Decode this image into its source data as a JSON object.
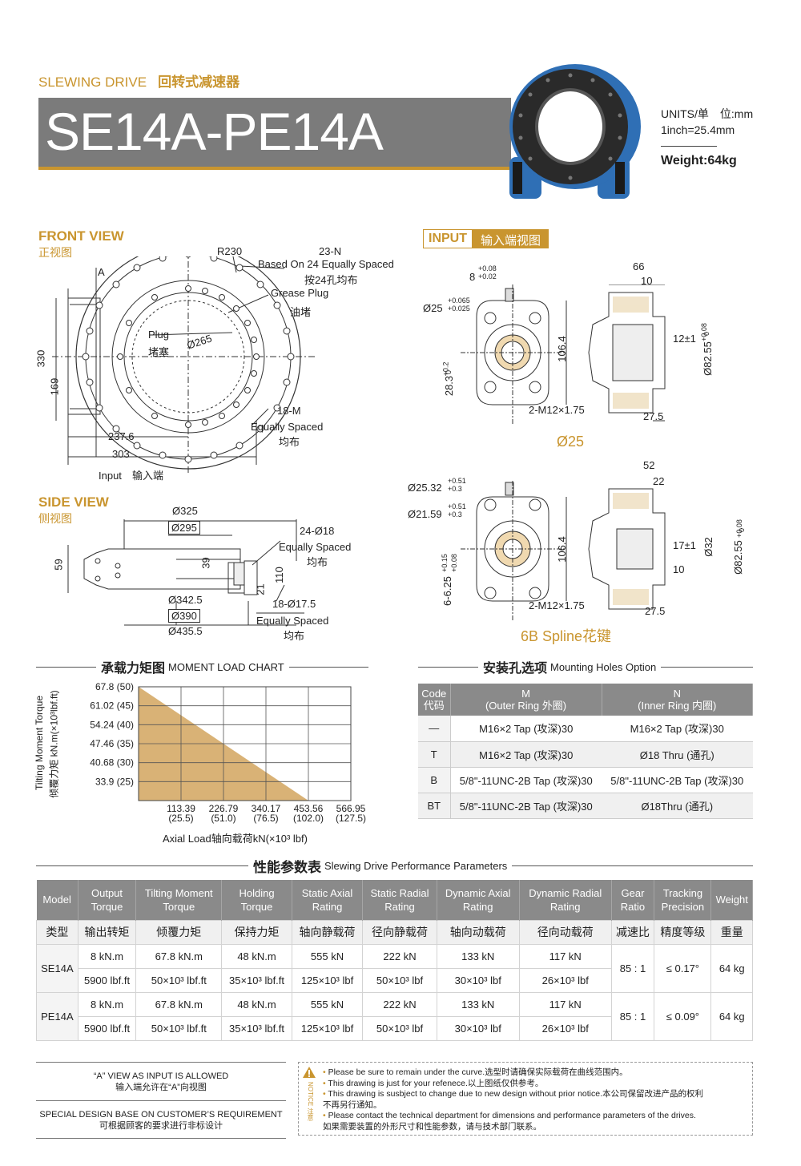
{
  "header": {
    "series_en": "SLEWING DRIVE",
    "series_cn": "回转式减速器",
    "model": "SE14A-PE14A",
    "units_line1": "UNITS/单　位:mm",
    "units_line2": "1inch=25.4mm",
    "weight": "Weight:64kg"
  },
  "front_view": {
    "title": "FRONT VIEW",
    "title_cn": "正视图",
    "labels": {
      "a": "A",
      "r230": "R230",
      "n23": "23-N",
      "based_on": "Based On 24 Equally Spaced",
      "based_on_cn": "按24孔均布",
      "grease": "Grease Plug",
      "grease_cn": "油堵",
      "plug": "Plug",
      "plug_cn": "堵塞",
      "d265": "Ø265",
      "m18": "18-M",
      "equally": "Equally Spaced",
      "equally_cn": "均布",
      "d330": "330",
      "d169": "169",
      "d2376": "237.6",
      "d303": "303",
      "input": "Input",
      "input_cn": "输入端"
    }
  },
  "side_view": {
    "title": "SIDE VIEW",
    "title_cn": "侧视图",
    "labels": {
      "d325": "Ø325",
      "d295": "Ø295",
      "h18": "24-Ø18",
      "eq1": "Equally Spaced",
      "eq1_cn": "均布",
      "d59": "59",
      "d39": "39",
      "d110": "110",
      "d21": "21",
      "h175": "18-Ø17.5",
      "eq2": "Equally Spaced",
      "eq2_cn": "均布",
      "d3425": "Ø342.5",
      "d390": "Ø390",
      "d4355": "Ø435.5"
    }
  },
  "input_view": {
    "badge": "INPUT",
    "badge_cn": "输入端视图",
    "d25": {
      "caption": "Ø25",
      "l8": "8",
      "l8tol_up": "+0.08",
      "l8tol_dn": "+0.02",
      "ld25": "Ø25",
      "ld25tol_up": "+0.065",
      "ld25tol_dn": "+0.025",
      "l283": "28.3",
      "l283tol_up": "+0.2",
      "l283tol_dn": "0",
      "l1064": "106.4",
      "m12": "2-M12×1.75",
      "l66": "66",
      "l10": "10",
      "l12": "12±1",
      "l8255": "Ø82.55",
      "l8255tol_up": "+0.08",
      "l8255tol_dn": "0",
      "l275": "27.5"
    },
    "spline": {
      "caption": "6B Spline花键",
      "ld2532": "Ø25.32",
      "ld2532tol_up": "+0.51",
      "ld2532tol_dn": "+0.3",
      "ld2159": "Ø21.59",
      "ld2159tol_up": "+0.51",
      "ld2159tol_dn": "+0.3",
      "l625": "6-6.25",
      "l625tol_up": "+0.15",
      "l625tol_dn": "+0.08",
      "l1064": "106.4",
      "m12": "2-M12×1.75",
      "l52": "52",
      "l22": "22",
      "l17": "17±1",
      "ld32": "Ø32",
      "l10": "10",
      "l8255": "Ø82.55",
      "l8255tol_up": "+0.08",
      "l8255tol_dn": "0",
      "l275": "27.5"
    }
  },
  "moment_chart": {
    "title_cn": "承载力矩图",
    "title_en": "MOMENT LOAD CHART",
    "ylabel_en": "Tilting Moment Torque",
    "ylabel_cn": "倾覆力矩 kN.m(×10³lbf.ft)",
    "xlabel": "Axial Load轴向载荷kN(×10³ lbf)"
  },
  "chart_data": {
    "type": "area",
    "title": "MOMENT LOAD CHART",
    "xlabel": "Axial Load轴向载荷kN(×10³ lbf)",
    "ylabel": "Tilting Moment Torque",
    "y_ticks": [
      "67.8 (50)",
      "61.02 (45)",
      "54.24 (40)",
      "47.46 (35)",
      "40.68 (30)",
      "33.9 (25)"
    ],
    "y_values": [
      67.8,
      61.02,
      54.24,
      47.46,
      40.68,
      33.9
    ],
    "x_ticks_top": [
      "113.39",
      "226.79",
      "340.17",
      "453.56",
      "566.95"
    ],
    "x_ticks_bottom": [
      "(25.5)",
      "(51.0)",
      "(76.5)",
      "(102.0)",
      "(127.5)"
    ],
    "x_values": [
      113.39,
      226.79,
      340.17,
      453.56,
      566.95
    ],
    "series": [
      {
        "x": [
          0,
          453.56
        ],
        "y": [
          67.8,
          27.12
        ]
      }
    ],
    "xlim": [
      0,
      566.95
    ],
    "ylim": [
      27.12,
      67.8
    ],
    "grid": true,
    "fill_color": "#d9b276"
  },
  "mounting_holes": {
    "title_cn": "安装孔选项",
    "title_en": "Mounting Holes Option",
    "headers": {
      "code": "Code",
      "code_cn": "代码",
      "m": "M",
      "m_sub": "(Outer Ring 外圈)",
      "n": "N",
      "n_sub": "(Inner Ring 内圈)"
    },
    "rows": [
      {
        "code": "—",
        "m": "M16×2 Tap (攻深)30",
        "n": "M16×2 Tap (攻深)30"
      },
      {
        "code": "T",
        "m": "M16×2 Tap (攻深)30",
        "n": "Ø18 Thru (通孔)"
      },
      {
        "code": "B",
        "m": "5/8\"-11UNC-2B Tap (攻深)30",
        "n": "5/8\"-11UNC-2B Tap (攻深)30"
      },
      {
        "code": "BT",
        "m": "5/8\"-11UNC-2B Tap (攻深)30",
        "n": "Ø18Thru (通孔)"
      }
    ]
  },
  "performance": {
    "title_cn": "性能参数表",
    "title_en": "Slewing Drive Performance Parameters",
    "headers": [
      [
        "Model"
      ],
      [
        "Output",
        "Torque"
      ],
      [
        "Tilting Moment",
        "Torque"
      ],
      [
        "Holding",
        "Torque"
      ],
      [
        "Static Axial",
        "Rating"
      ],
      [
        "Static Radial",
        "Rating"
      ],
      [
        "Dynamic Axial",
        "Rating"
      ],
      [
        "Dynamic Radial",
        "Rating"
      ],
      [
        "Gear",
        "Ratio"
      ],
      [
        "Tracking",
        "Precision"
      ],
      [
        "Weight"
      ]
    ],
    "headers_cn": [
      "类型",
      "输出转矩",
      "倾覆力矩",
      "保持力矩",
      "轴向静载荷",
      "径向静载荷",
      "轴向动载荷",
      "径向动载荷",
      "减速比",
      "精度等级",
      "重量"
    ],
    "models": [
      {
        "name": "SE14A",
        "metric": [
          "8 kN.m",
          "67.8 kN.m",
          "48 kN.m",
          "555 kN",
          "222 kN",
          "133 kN",
          "117 kN"
        ],
        "imperial": [
          "5900 lbf.ft",
          "50×10³ lbf.ft",
          "35×10³ lbf.ft",
          "125×10³ lbf",
          "50×10³ lbf",
          "30×10³ lbf",
          "26×10³ lbf"
        ],
        "ratio": "85 : 1",
        "precision": "≤ 0.17°",
        "weight": "64 kg"
      },
      {
        "name": "PE14A",
        "metric": [
          "8 kN.m",
          "67.8 kN.m",
          "48 kN.m",
          "555 kN",
          "222 kN",
          "133 kN",
          "117 kN"
        ],
        "imperial": [
          "5900 lbf.ft",
          "50×10³ lbf.ft",
          "35×10³ lbf.ft",
          "125×10³ lbf",
          "50×10³ lbf",
          "30×10³ lbf",
          "26×10³ lbf"
        ],
        "ratio": "85 : 1",
        "precision": "≤ 0.09°",
        "weight": "64 kg"
      }
    ]
  },
  "footer": {
    "left1_en": "“A” VIEW AS INPUT IS ALLOWED",
    "left1_cn": "输入端允许在“A”向视图",
    "left2_en": "SPECIAL DESIGN BASE ON CUSTOMER’S REQUIREMENT",
    "left2_cn": "可根据顾客的要求进行非标设计",
    "notice_label": "NOTICE 注意",
    "notes": [
      "Please be sure to remain under the curve.选型时请确保实际载荷在曲线范围内。",
      "This drawing is just for your refenece.以上图纸仅供参考。",
      "This drawing is susbject to change due to new design without prior notice.本公司保留改进产品的权利",
      "不再另行通知。",
      "Please contact the technical department for dimensions and performance parameters of the drives.",
      "如果需要装置的外形尺寸和性能参数，请与技术部门联系。"
    ]
  }
}
